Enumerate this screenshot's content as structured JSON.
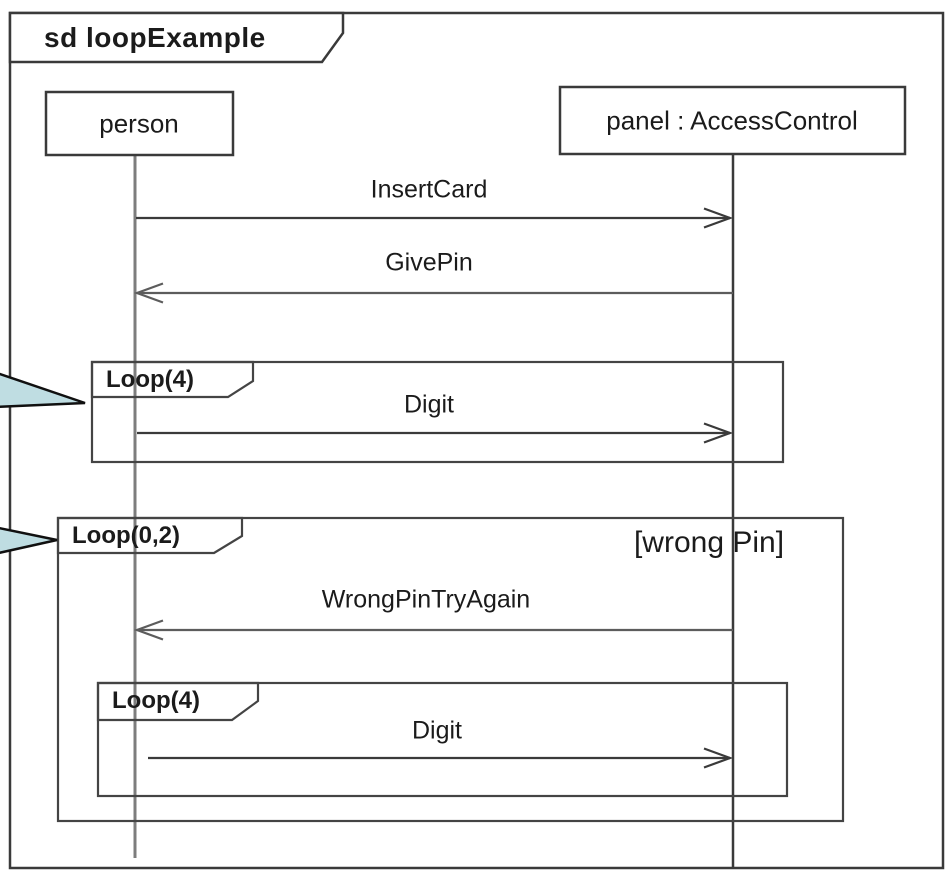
{
  "diagram": {
    "title": "sd loopExample",
    "lifelines": [
      {
        "name": "person"
      },
      {
        "name": "panel : AccessControl"
      }
    ],
    "messages": [
      {
        "label": "InsertCard",
        "from": "person",
        "to": "panel : AccessControl",
        "direction": "right"
      },
      {
        "label": "GivePin",
        "from": "panel : AccessControl",
        "to": "person",
        "direction": "left"
      },
      {
        "label": "Digit",
        "from": "person",
        "to": "panel : AccessControl",
        "direction": "right"
      },
      {
        "label": "WrongPinTryAgain",
        "from": "panel : AccessControl",
        "to": "person",
        "direction": "left"
      },
      {
        "label": "Digit",
        "from": "person",
        "to": "panel : AccessControl",
        "direction": "right"
      }
    ],
    "fragments": [
      {
        "label": "Loop(4)",
        "guard": ""
      },
      {
        "label": "Loop(0,2)",
        "guard": "[wrong Pin]"
      },
      {
        "label": "Loop(4)",
        "guard": ""
      }
    ],
    "colors": {
      "stroke_dark": "#3a3a3a",
      "lifeline_gray": "#7d7d7d",
      "callout_fill": "#bfdde2",
      "callout_stroke": "#101010"
    }
  }
}
